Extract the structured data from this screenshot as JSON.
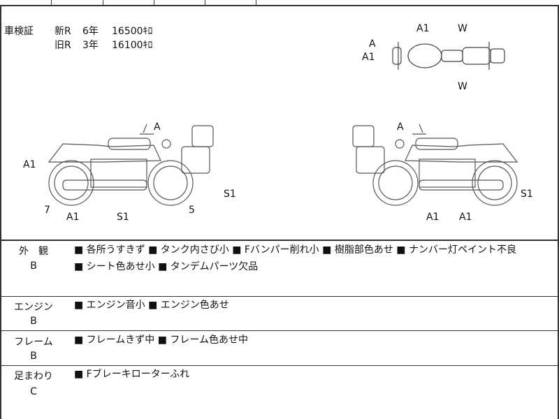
{
  "shaken": {
    "label": "車検証",
    "new": {
      "tag": "新R",
      "year": "6年",
      "km": "16500ｷﾛ"
    },
    "old": {
      "tag": "旧R",
      "year": "3年",
      "km": "16100ｷﾛ"
    }
  },
  "diagram_marks": {
    "top_view": [
      "A",
      "A1",
      "A1",
      "W",
      "W"
    ],
    "left_view": [
      "A",
      "A1",
      "7",
      "A1",
      "S1",
      "5",
      "S1"
    ],
    "right_view": [
      "A",
      "S1",
      "A1",
      "A1"
    ]
  },
  "sections": [
    {
      "name": "外　観",
      "grade": "B",
      "lines": [
        "■ 各所うすきず ■ タンク内さび小 ■ Fバンパー削れ小 ■ 樹脂部色あせ ■ ナンバー灯ペイント不良",
        "■ シート色あせ小 ■ タンデムパーツ欠品"
      ]
    },
    {
      "name": "エンジン",
      "grade": "B",
      "lines": [
        "■ エンジン音小 ■ エンジン色あせ"
      ]
    },
    {
      "name": "フレーム",
      "grade": "B",
      "lines": [
        "■ フレームきず中 ■ フレーム色あせ中"
      ]
    },
    {
      "name": "足まわり",
      "grade": "C",
      "lines": [
        "■ Fブレーキローターふれ"
      ]
    }
  ]
}
